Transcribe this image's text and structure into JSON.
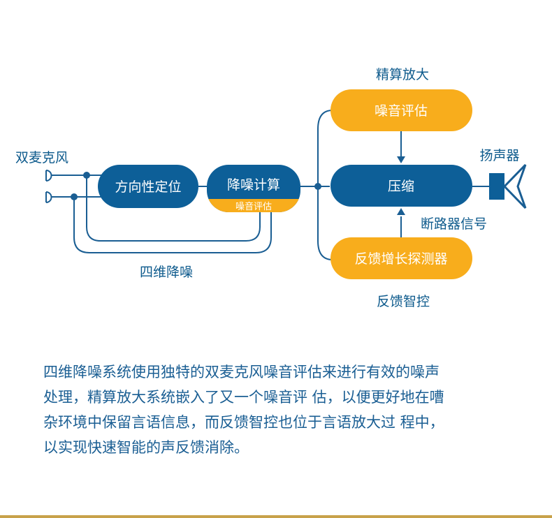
{
  "diagram": {
    "mic_label": "双麦克风",
    "box_direction": "方向性定位",
    "box_noise_calc": "降噪计算",
    "box_noise_calc_sub": "噪音评估",
    "loop_label": "四维降噪",
    "top_label": "精算放大",
    "box_noise_eval": "噪音评估",
    "box_compress": "压缩",
    "box_feedback": "反馈增长探测器",
    "speaker_label": "扬声器",
    "breaker_label": "断路器信号",
    "bottom_label": "反馈智控"
  },
  "description": {
    "lines": [
      "四维降噪系统使用独特的双麦克风噪音评估来进行有效的噪声",
      "处理，精算放大系统嵌入了又一个噪音评 估，以便更好地在嘈",
      "杂环境中保留言语信息，而反馈智控也位于言语放大过 程中，",
      "以实现快速智能的声反馈消除。"
    ]
  },
  "colors": {
    "blue": "#0d5f98",
    "orange": "#f8ad1c",
    "line": "#1a5e93",
    "gold_rule": "#c8a24a"
  }
}
